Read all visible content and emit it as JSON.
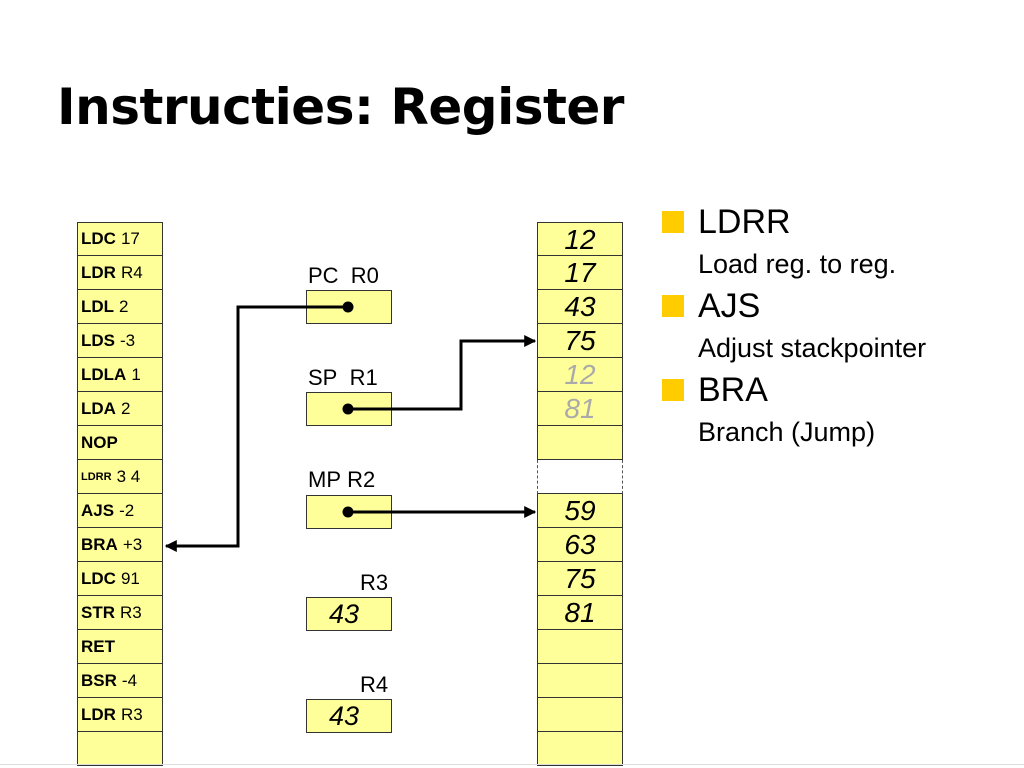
{
  "title": "Instructies: Register",
  "code": [
    {
      "op": "LDC",
      "arg": "17"
    },
    {
      "op": "LDR",
      "arg": "R4"
    },
    {
      "op": "LDL",
      "arg": "2"
    },
    {
      "op": "LDS",
      "arg": "-3"
    },
    {
      "op": "LDLA",
      "arg": "1"
    },
    {
      "op": "LDA",
      "arg": "2"
    },
    {
      "op": "NOP",
      "arg": ""
    },
    {
      "op": "LDRR",
      "arg": "3 4"
    },
    {
      "op": "AJS",
      "arg": "-2"
    },
    {
      "op": "BRA",
      "arg": "+3"
    },
    {
      "op": "LDC",
      "arg": "91"
    },
    {
      "op": "STR",
      "arg": "R3"
    },
    {
      "op": "RET",
      "arg": ""
    },
    {
      "op": "BSR",
      "arg": "-4"
    },
    {
      "op": "LDR",
      "arg": "R3"
    },
    {
      "op": "",
      "arg": ""
    }
  ],
  "registers": {
    "pc": {
      "alias": "PC",
      "name": "R0",
      "value": ""
    },
    "sp": {
      "alias": "SP",
      "name": "R1",
      "value": ""
    },
    "mp": {
      "alias": "MP",
      "name": "R2",
      "value": ""
    },
    "r3": {
      "alias": "",
      "name": "R3",
      "value": "43"
    },
    "r4": {
      "alias": "",
      "name": "R4",
      "value": "43"
    }
  },
  "stack": [
    "12",
    "17",
    "43",
    "75",
    "12",
    "81",
    "",
    "",
    "59",
    "63",
    "75",
    "81",
    "",
    "",
    "",
    ""
  ],
  "faded_stack_indices": [
    4,
    5
  ],
  "bullets": [
    {
      "name": "LDRR",
      "desc": "Load reg. to reg."
    },
    {
      "name": "AJS",
      "desc": "Adjust stackpointer"
    },
    {
      "name": "BRA",
      "desc": "Branch (Jump)"
    }
  ],
  "colors": {
    "cell_fill": "#ffff99",
    "bullet": "#ffcc00",
    "faded": "#aaaaaa"
  }
}
